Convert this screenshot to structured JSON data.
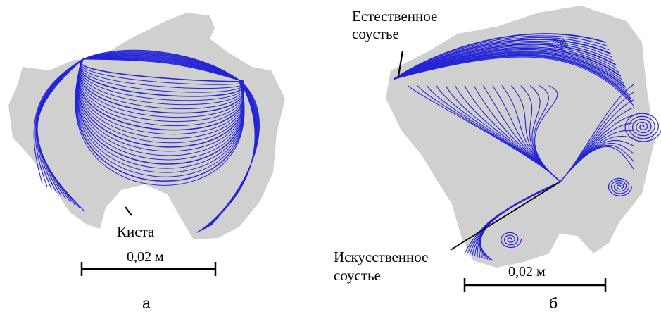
{
  "panel_a": {
    "letter": "а",
    "annotation": "Киста",
    "scale_label": "0,02 м"
  },
  "panel_b": {
    "letter": "б",
    "annotation_natural_line1": "Естественное",
    "annotation_natural_line2": "соустье",
    "annotation_artificial_line1": "Искусственное",
    "annotation_artificial_line2": "соустье",
    "scale_label": "0,02 м"
  },
  "colors": {
    "domain_fill": "#d0d0d0",
    "streamline": "#2424d6",
    "ink": "#000000"
  }
}
